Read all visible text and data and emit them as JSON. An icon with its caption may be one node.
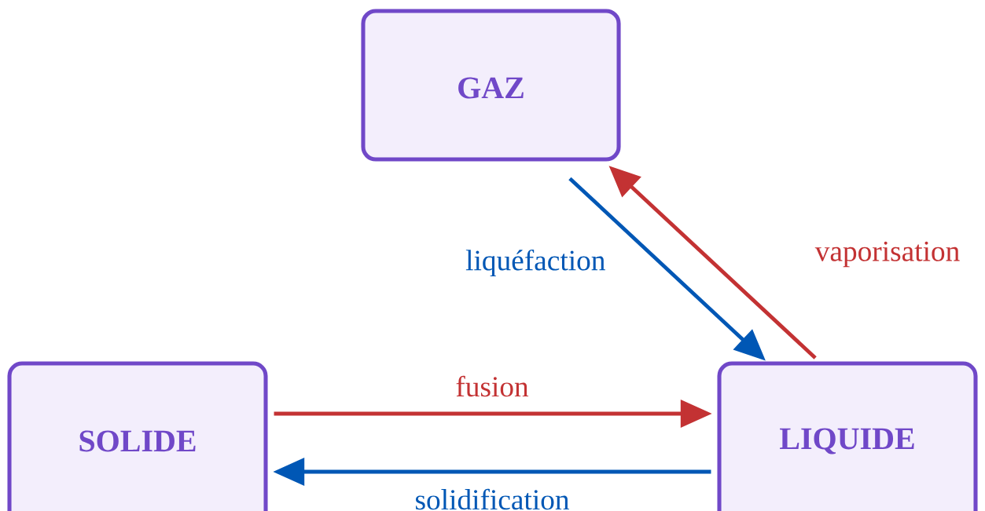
{
  "diagram": {
    "nodes": [
      {
        "text": [
          "GAZ"
        ]
      },
      {
        "text": [
          "SOLIDE"
        ]
      },
      {
        "text": [
          "LIQUIDE"
        ]
      }
    ],
    "edges": [
      {
        "from": 0,
        "to": 2,
        "arrow": "to",
        "label": "liquéfaction",
        "color": "#0057b5"
      },
      {
        "from": 2,
        "to": 0,
        "arrow": "to",
        "label": "vaporisation",
        "color": "#c33233"
      },
      {
        "from": 1,
        "to": 2,
        "arrow": "to",
        "label": "fusion",
        "color": "#c33233"
      },
      {
        "from": 2,
        "to": 1,
        "arrow": "to",
        "label": "solidification",
        "color": "#0057b5"
      }
    ]
  }
}
